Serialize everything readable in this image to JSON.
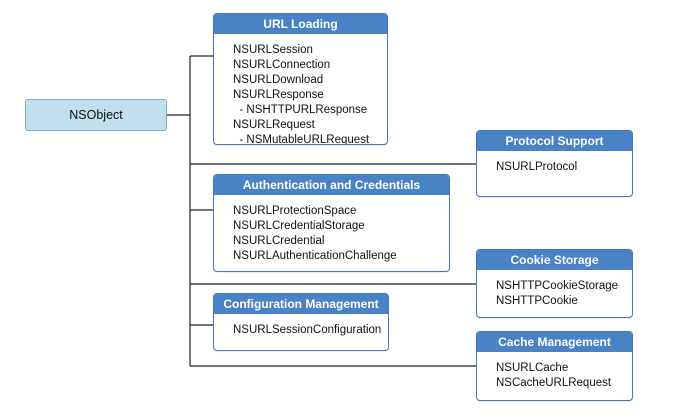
{
  "root": {
    "label": "NSObject"
  },
  "groups": {
    "url_loading": {
      "title": "URL Loading",
      "items": [
        "NSURLSession",
        "NSURLConnection",
        "NSURLDownload",
        "NSURLResponse",
        "  - NSHTTPURLResponse",
        "NSURLRequest",
        "  - NSMutableURLRequest"
      ]
    },
    "protocol_support": {
      "title": "Protocol Support",
      "items": [
        "NSURLProtocol"
      ]
    },
    "authentication": {
      "title": "Authentication and Credentials",
      "items": [
        "NSURLProtectionSpace",
        "NSURLCredentialStorage",
        "NSURLCredential",
        "NSURLAuthenticationChallenge"
      ]
    },
    "cookie_storage": {
      "title": "Cookie Storage",
      "items": [
        "NSHTTPCookieStorage",
        "NSHTTPCookie"
      ]
    },
    "configuration": {
      "title": "Configuration Management",
      "items": [
        "NSURLSessionConfiguration"
      ]
    },
    "cache": {
      "title": "Cache Management",
      "items": [
        "NSURLCache",
        "NSCacheURLRequest"
      ]
    }
  },
  "colors": {
    "header": "#4a82c6",
    "border": "#3f78bf",
    "root_fill": "#bfe0ec",
    "connector": "#222222"
  }
}
